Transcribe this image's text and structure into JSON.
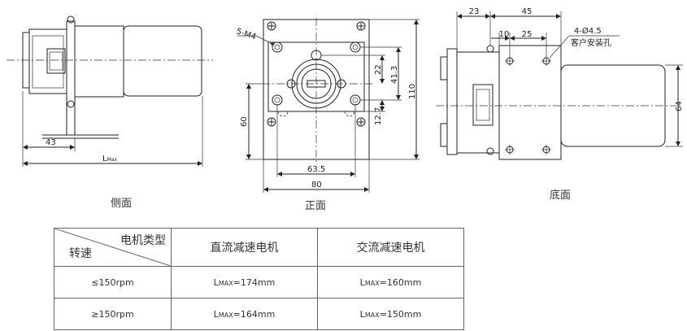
{
  "captions": {
    "side": "侧面",
    "front": "正面",
    "bottom": "底面"
  },
  "side_dims": {
    "d43": "43",
    "L": "L",
    "L_sub": "Max"
  },
  "front_dims": {
    "thread": "5-M4",
    "d22": "22",
    "d413": "41.3",
    "d127": "12.7",
    "d60": "60",
    "d110": "110",
    "d635": "63.5",
    "d80": "80"
  },
  "bottom_dims": {
    "d23": "23",
    "d45": "45",
    "d10": "10",
    "d25": "25",
    "holes": "4-Ø4.5",
    "holes_note": "客户安装孔",
    "d64": "64"
  },
  "table": {
    "header_motor_type": "电机类型",
    "header_speed": "转速",
    "col_dc": "直流减速电机",
    "col_ac": "交流减速电机",
    "rows": [
      {
        "speed": "≤150rpm",
        "dc_prefix": "L",
        "dc_sub": "MAX",
        "dc_val": "=174mm",
        "ac_prefix": "L",
        "ac_sub": "MAX",
        "ac_val": "=160mm"
      },
      {
        "speed": "≥150rpm",
        "dc_prefix": "L",
        "dc_sub": "MAX",
        "dc_val": "=164mm",
        "ac_prefix": "L",
        "ac_sub": "MAX",
        "ac_val": "=150mm"
      }
    ]
  }
}
